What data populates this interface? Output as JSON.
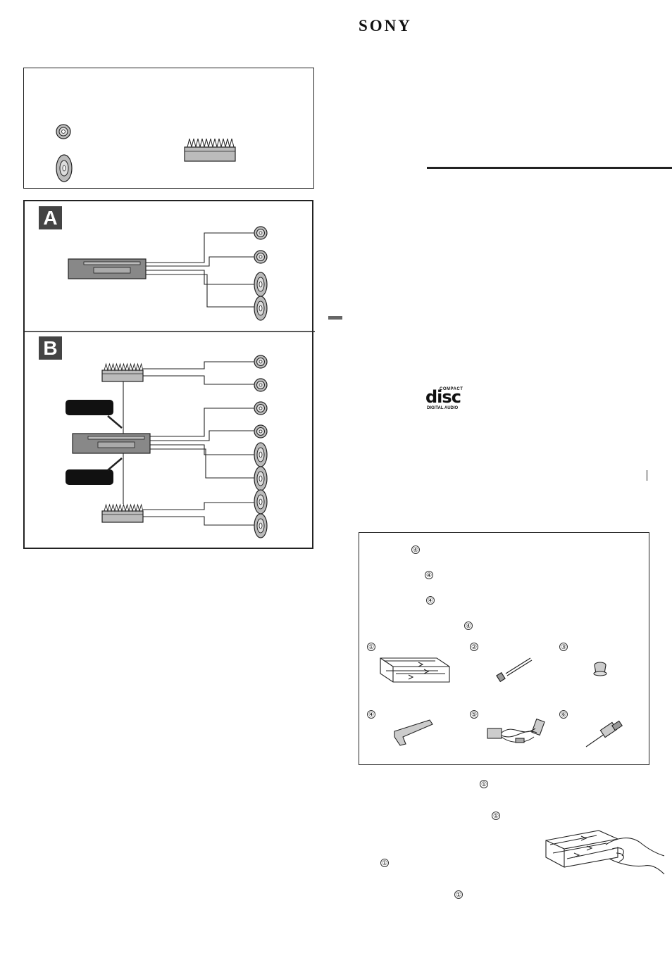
{
  "brand": {
    "logo_text": "SONY"
  },
  "sections": {
    "section_a": "A",
    "section_b": "B"
  },
  "markers": {
    "parts_ref_4": "④",
    "item_1": "①",
    "item_2": "②",
    "item_3": "③",
    "item_4": "④",
    "item_5": "⑤",
    "item_6": "⑥",
    "install_ref_1": "①"
  },
  "disc_logo": {
    "line1": "COMPACT",
    "line2": "disc",
    "line3": "DIGITAL AUDIO"
  }
}
